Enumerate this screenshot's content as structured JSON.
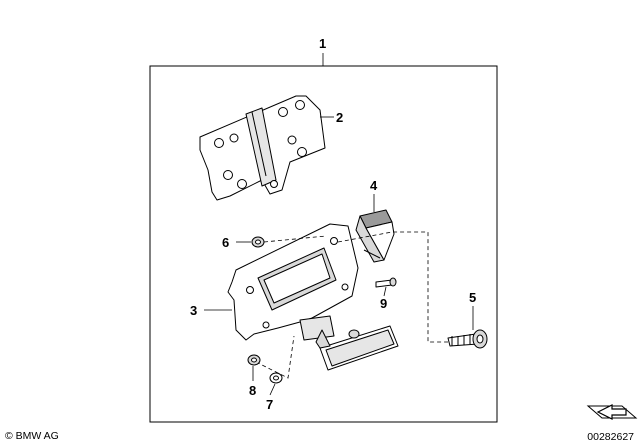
{
  "diagram": {
    "callouts": {
      "c1": "1",
      "c2": "2",
      "c3": "3",
      "c4": "4",
      "c5": "5",
      "c6": "6",
      "c7": "7",
      "c8": "8",
      "c9": "9"
    }
  },
  "footer": {
    "copyright": "© BMW AG",
    "document_number": "00282627"
  },
  "colors": {
    "line": "#000000",
    "part_fill": "#ffffff",
    "part_shade": "#d9d9d9",
    "part_dark": "#9a9a9a"
  }
}
